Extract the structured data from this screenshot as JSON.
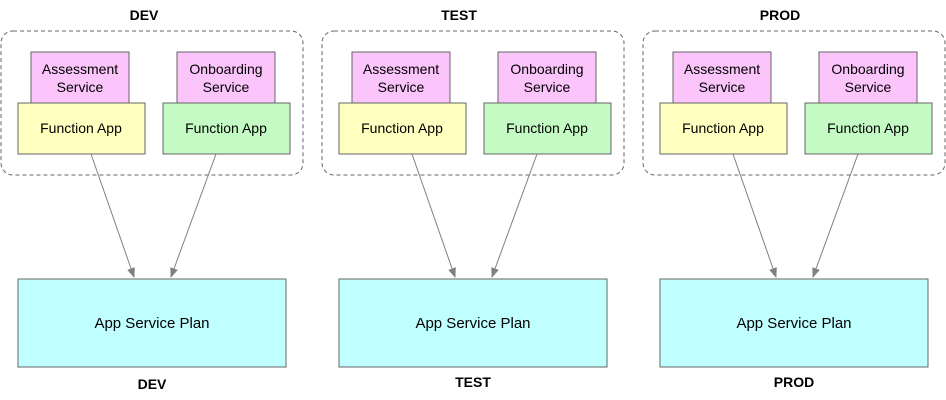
{
  "environments": [
    {
      "top_label": "DEV",
      "bottom_label": "DEV",
      "services": [
        {
          "name_line1": "Assessment",
          "name_line2": "Service",
          "function_label": "Function App"
        },
        {
          "name_line1": "Onboarding",
          "name_line2": "Service",
          "function_label": "Function App"
        }
      ],
      "plan_label": "App Service Plan"
    },
    {
      "top_label": "TEST",
      "bottom_label": "TEST",
      "services": [
        {
          "name_line1": "Assessment",
          "name_line2": "Service",
          "function_label": "Function App"
        },
        {
          "name_line1": "Onboarding",
          "name_line2": "Service",
          "function_label": "Function App"
        }
      ],
      "plan_label": "App Service Plan"
    },
    {
      "top_label": "PROD",
      "bottom_label": "PROD",
      "services": [
        {
          "name_line1": "Assessment",
          "name_line2": "Service",
          "function_label": "Function App"
        },
        {
          "name_line1": "Onboarding",
          "name_line2": "Service",
          "function_label": "Function App"
        }
      ],
      "plan_label": "App Service Plan"
    }
  ],
  "colors": {
    "service_fill": "#fbc4fb",
    "function_assessment_fill": "#ffffc0",
    "function_onboarding_fill": "#c4fbc4",
    "plan_fill": "#c0ffff",
    "stroke": "#666666",
    "group_border": "#666666",
    "arrow": "#808080"
  }
}
